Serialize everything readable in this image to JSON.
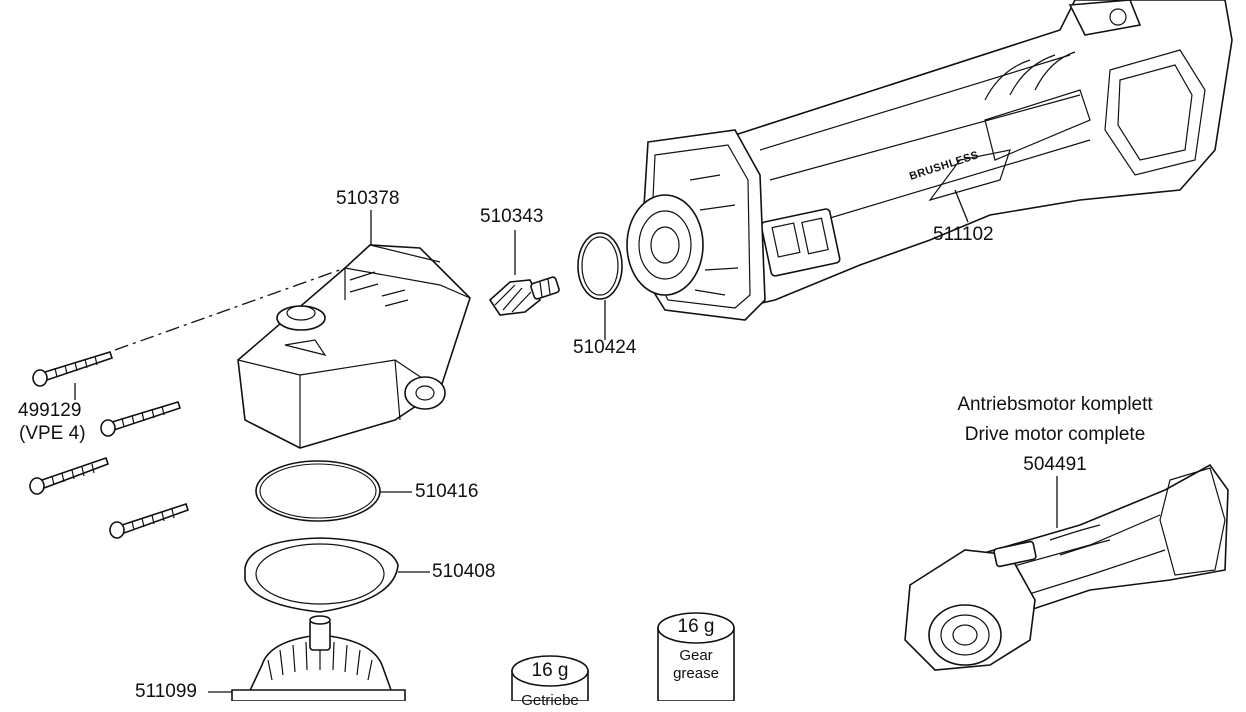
{
  "labels": {
    "p510378": "510378",
    "p510343": "510343",
    "p510424": "510424",
    "p511102": "511102",
    "p499129": "499129",
    "p499129_note": "(VPE 4)",
    "p510416": "510416",
    "p510408": "510408",
    "p511099": "511099",
    "drive_motor_de": "Antriebsmotor komplett",
    "drive_motor_en": "Drive motor complete",
    "p504491": "504491",
    "brand_on_tool": "BRUSHLESS"
  },
  "grease": [
    {
      "amount": "16 g",
      "name_line1": "Getriebe",
      "name_line2": ""
    },
    {
      "amount": "16 g",
      "name_line1": "Gear",
      "name_line2": "grease"
    }
  ],
  "colors": {
    "line": "#111111",
    "background": "#ffffff"
  }
}
